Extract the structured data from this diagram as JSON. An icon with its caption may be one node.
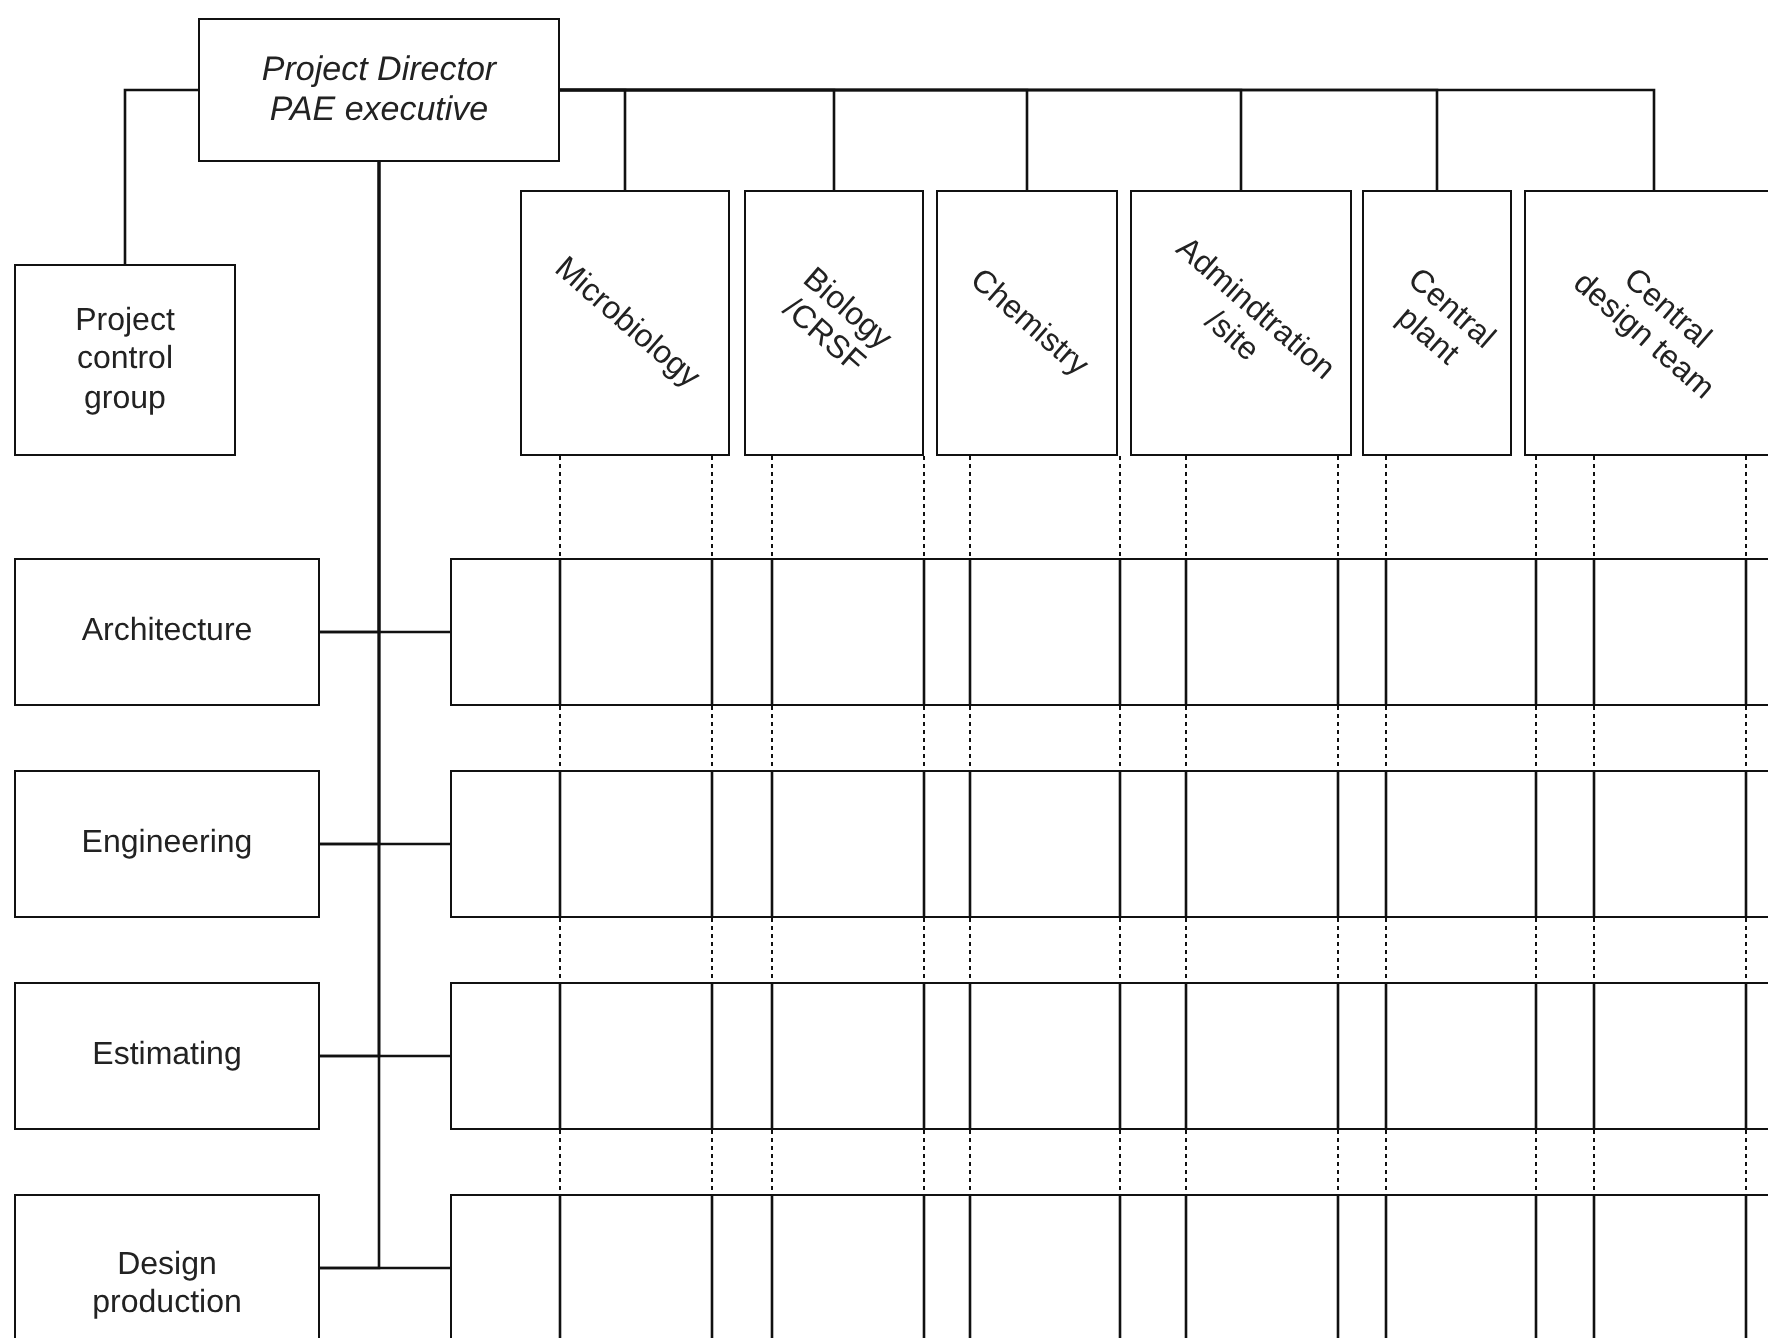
{
  "diagram": {
    "nodes": [
      {
        "text": [
          "Project Director PAE executive"
        ]
      },
      {
        "text": [
          "Project control group"
        ]
      },
      {
        "text": [
          "Microbiology"
        ]
      },
      {
        "text": [
          "Biology /CRSF"
        ]
      },
      {
        "text": [
          "Chemistry"
        ]
      },
      {
        "text": [
          "Admindtration /site"
        ]
      },
      {
        "text": [
          "Central plant"
        ]
      },
      {
        "text": [
          "Central design team"
        ]
      },
      {
        "text": [
          "Architecture"
        ]
      },
      {
        "text": [
          "Engineering"
        ]
      },
      {
        "text": [
          "Estimating"
        ]
      },
      {
        "text": [
          "Design production"
        ]
      },
      {
        "text": [],
        "shape": "box"
      },
      {
        "text": [],
        "shape": "box"
      },
      {
        "text": [],
        "shape": "box"
      },
      {
        "text": [],
        "shape": "box"
      }
    ],
    "edges": [
      {
        "from": 0,
        "to": 1,
        "arrow": "none"
      },
      {
        "from": 0,
        "to": 2,
        "arrow": "none"
      },
      {
        "from": 0,
        "to": 3,
        "arrow": "none"
      },
      {
        "from": 0,
        "to": 4,
        "arrow": "none"
      },
      {
        "from": 0,
        "to": 5,
        "arrow": "none"
      },
      {
        "from": 0,
        "to": 6,
        "arrow": "none"
      },
      {
        "from": 0,
        "to": 7,
        "arrow": "none"
      },
      {
        "from": 0,
        "to": 8,
        "arrow": "none"
      },
      {
        "from": 0,
        "to": 9,
        "arrow": "none"
      },
      {
        "from": 0,
        "to": 10,
        "arrow": "none"
      },
      {
        "from": 0,
        "to": 11,
        "arrow": "none"
      },
      {
        "from": 8,
        "to": 12,
        "arrow": "none"
      },
      {
        "from": 9,
        "to": 13,
        "arrow": "none"
      },
      {
        "from": 10,
        "to": 14,
        "arrow": "none"
      },
      {
        "from": 11,
        "to": 15,
        "arrow": "none"
      }
    ]
  }
}
